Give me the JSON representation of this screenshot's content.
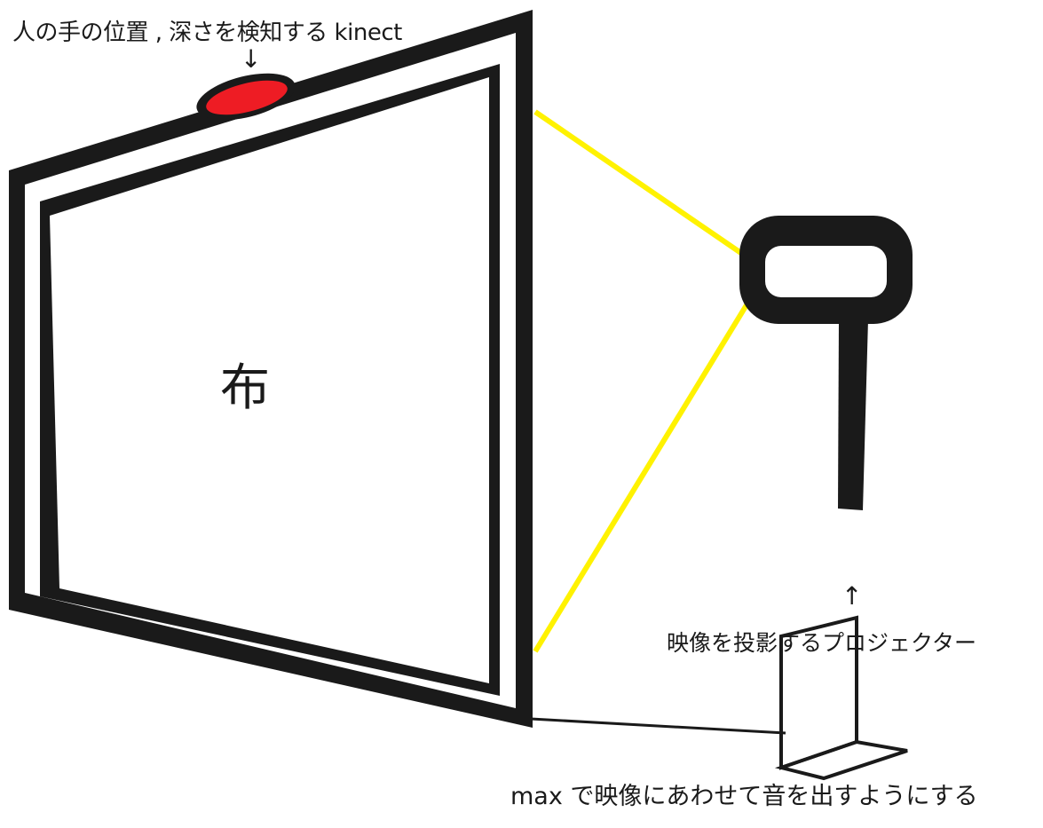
{
  "labels": {
    "kinect": "人の手の位置 , 深さを検知する kinect",
    "kinect_arrow": "↓",
    "cloth": "布",
    "projector_arrow": "↑",
    "projector": "映像を投影するプロジェクター",
    "laptop": "max で映像にあわせて音を出すようにする"
  },
  "colors": {
    "frame": "#1a1a1a",
    "kinect": "#ee1c24",
    "projection_beam": "#fff200",
    "background": "#ffffff"
  },
  "icons": {
    "kinect": "kinect-sensor-icon",
    "projector": "projector-icon",
    "laptop": "laptop-icon"
  }
}
